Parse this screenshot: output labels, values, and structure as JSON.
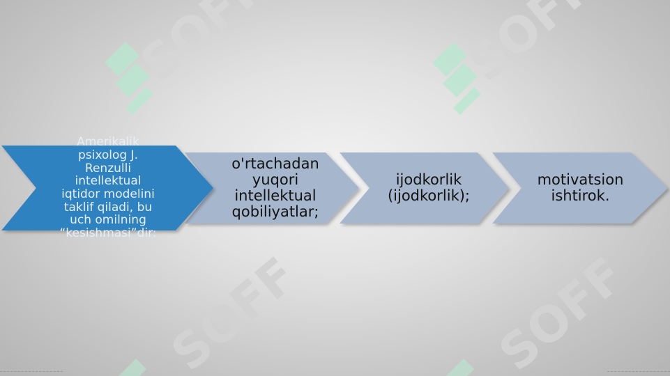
{
  "watermark": {
    "text": "SOFF",
    "color": "#b8e8d0"
  },
  "process": {
    "steps": [
      {
        "text": "Amerikalik\npsixolog J.\nRenzulli\nintellektual\niqtidor modelini\ntaklif qiladi, bu\nuch omilning\n“kesishmasi”dir:",
        "fill": "#2f82c0"
      },
      {
        "text": "o'rtachadan\nyuqori\nintellektual\nqobiliyatlar;",
        "fill": "#a6b6cc"
      },
      {
        "text": "ijodkorlik\n(ijodkorlik);",
        "fill": "#a6b6cc"
      },
      {
        "text": "motivatsion\nishtirok.",
        "fill": "#a6b6cc"
      }
    ]
  }
}
